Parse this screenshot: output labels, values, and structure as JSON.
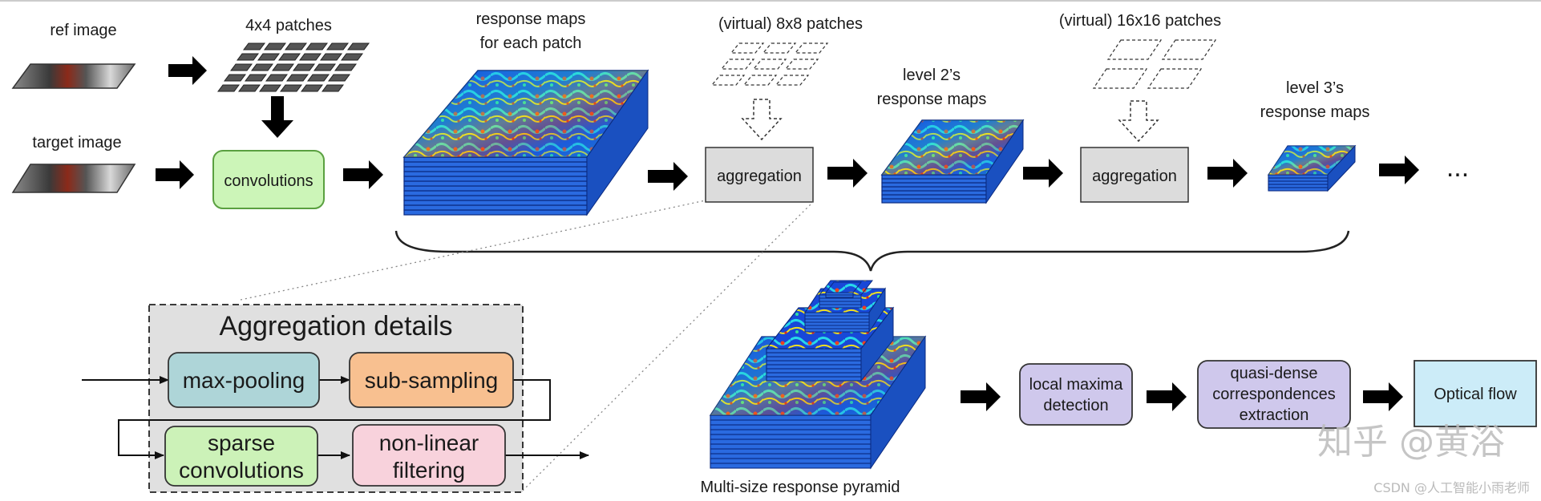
{
  "labels": {
    "ref_image": "ref image",
    "target_image": "target image",
    "patches_4x4": "4x4 patches",
    "response_maps_line1": "response maps",
    "response_maps_line2": "for each patch",
    "virtual_8x8": "(virtual) 8x8 patches",
    "level2_line1": "level 2’s",
    "level2_line2": "response maps",
    "virtual_16x16": "(virtual) 16x16 patches",
    "level3_line1": "level 3’s",
    "level3_line2": "response maps",
    "ellipsis": "...",
    "pyramid_caption": "Multi-size response pyramid"
  },
  "nodes": {
    "convolutions": "convolutions",
    "aggregation_1": "aggregation",
    "aggregation_2": "aggregation",
    "local_maxima_line1": "local maxima",
    "local_maxima_line2": "detection",
    "quasi_line1": "quasi-dense",
    "quasi_line2": "correspondences",
    "quasi_line3": "extraction",
    "optical_flow": "Optical flow"
  },
  "aggregation_details": {
    "title": "Aggregation details",
    "max_pooling": "max-pooling",
    "sub_sampling": "sub-sampling",
    "sparse_line1": "sparse",
    "sparse_line2": "convolutions",
    "nonlinear_line1": "non-linear",
    "nonlinear_line2": "filtering"
  },
  "watermarks": {
    "zhihu": "知乎 @黄浴",
    "csdn": "CSDN @人工智能小雨老师"
  },
  "colors": {
    "conv_fill": "#ccf5b8",
    "conv_stroke": "#5aa040",
    "agg_fill": "#dcdcdc",
    "maxpool_fill": "#aed5d8",
    "subsample_fill": "#f8c090",
    "sparse_fill": "#ccf2b8",
    "nonlinear_fill": "#f8d2dc",
    "lavender_fill": "#cfc8ec",
    "optical_fill": "#ccecf8",
    "map_blue": "#2a6ae0"
  }
}
